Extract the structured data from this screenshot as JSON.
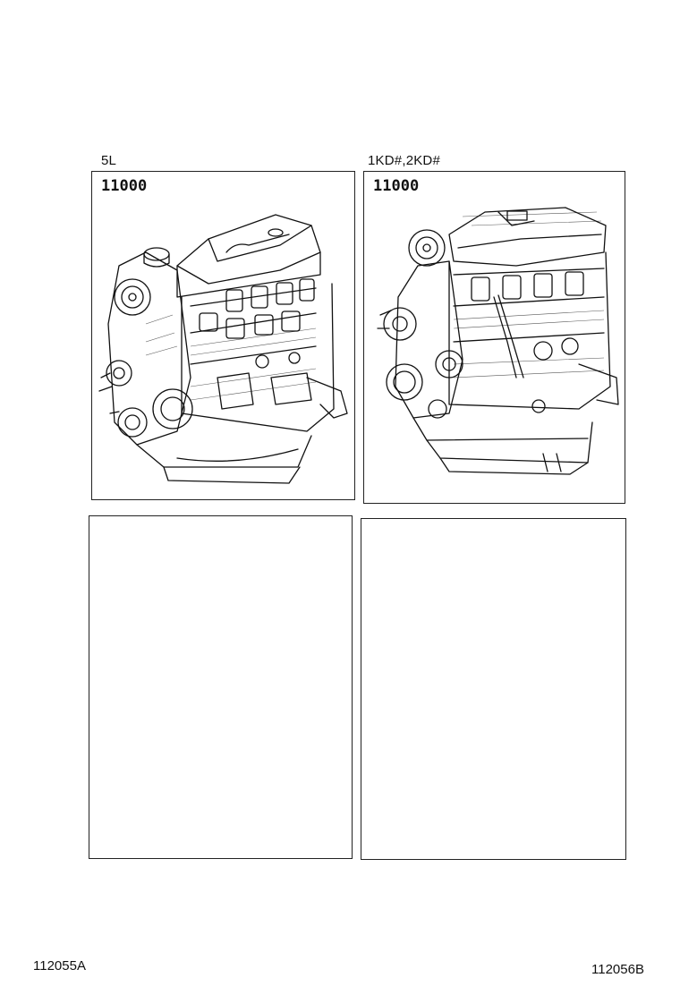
{
  "sheet": {
    "ref_left": "112055A",
    "ref_right": "112056B"
  },
  "panels": [
    {
      "caption": "5L",
      "part_number": "11000",
      "illustration": "engine-5l-icon"
    },
    {
      "caption": "1KD#,2KD#",
      "part_number": "11000",
      "illustration": "engine-1kd-2kd-icon"
    },
    {
      "caption": "",
      "part_number": ""
    },
    {
      "caption": "",
      "part_number": ""
    }
  ]
}
